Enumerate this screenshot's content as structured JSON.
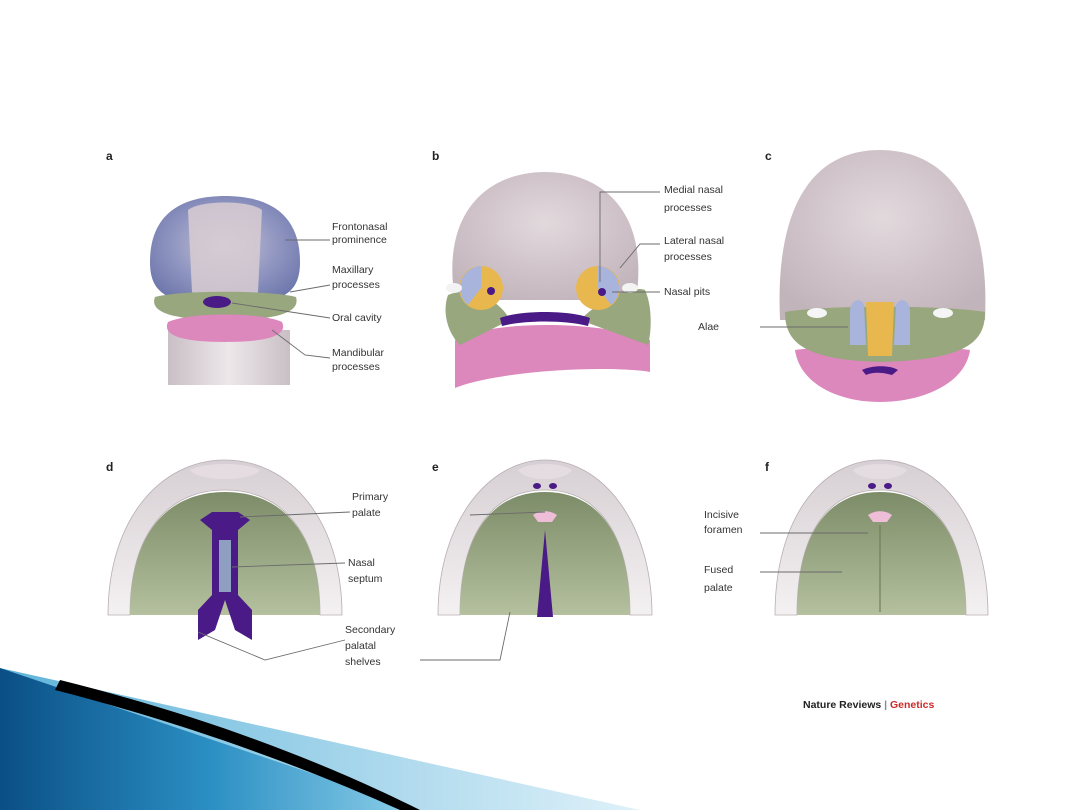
{
  "figure": {
    "panels": [
      "a",
      "b",
      "c",
      "d",
      "e",
      "f"
    ],
    "labels": {
      "frontonasal_1": "Frontonasal",
      "frontonasal_2": "prominence",
      "maxillary_1": "Maxillary",
      "maxillary_2": "processes",
      "oral_cavity": "Oral cavity",
      "mandibular_1": "Mandibular",
      "mandibular_2": "processes",
      "medial_nasal_1": "Medial nasal",
      "medial_nasal_2": "processes",
      "lateral_nasal_1": "Lateral nasal",
      "lateral_nasal_2": "processes",
      "nasal_pits": "Nasal pits",
      "alae": "Alae",
      "primary_palate_1": "Primary",
      "primary_palate_2": "palate",
      "nasal_septum_1": "Nasal",
      "nasal_septum_2": "septum",
      "secondary_1": "Secondary",
      "secondary_2": "palatal",
      "secondary_3": "shelves",
      "incisive_1": "Incisive",
      "incisive_2": "foramen",
      "fused_1": "Fused",
      "fused_2": "palate"
    },
    "credit": {
      "journal": "Nature Reviews",
      "separator": " | ",
      "section": "Genetics"
    }
  },
  "colors": {
    "frontonasal": "#d3c8cd",
    "frontonasal_blue": "#7d86b8",
    "maxillary_green": "#98a77e",
    "mandibular_pink": "#dd88bd",
    "oral_purple": "#4a1a86",
    "nasal_yellow": "#e8b84f",
    "nasal_blue": "#a9b4dc",
    "palate_green": "#91a07a",
    "accent_red": "#cc2a2a",
    "slide_blue": "#1a8fc0"
  }
}
